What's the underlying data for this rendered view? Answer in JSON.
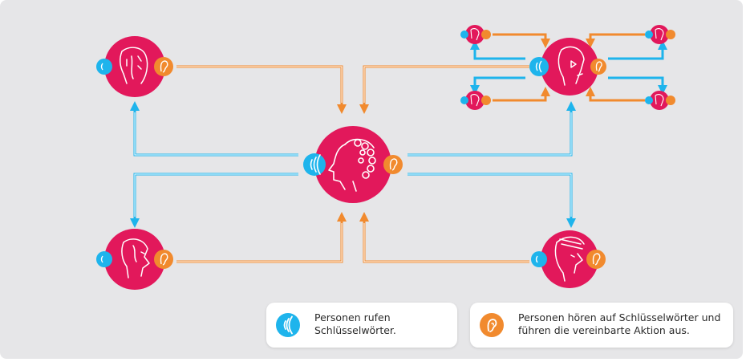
{
  "background_color": "#e6e6e8",
  "colors": {
    "call": "#1eb4ec",
    "listen": "#f18a2e",
    "person": "#e2185b",
    "line": "#ffffff"
  },
  "legend": {
    "call": {
      "icon": "sound-waves-icon",
      "text": "Personen rufen\nSchlüsselwörter."
    },
    "listen": {
      "icon": "ear-icon",
      "text": "Personen hören auf Schlüsselwörter und\nführen die vereinbarte Aktion aus."
    }
  },
  "nodes": [
    "center",
    "top-left",
    "bottom-left",
    "top-right",
    "bottom-right",
    "sub-top-left",
    "sub-top-right",
    "sub-bottom-left",
    "sub-bottom-right"
  ]
}
